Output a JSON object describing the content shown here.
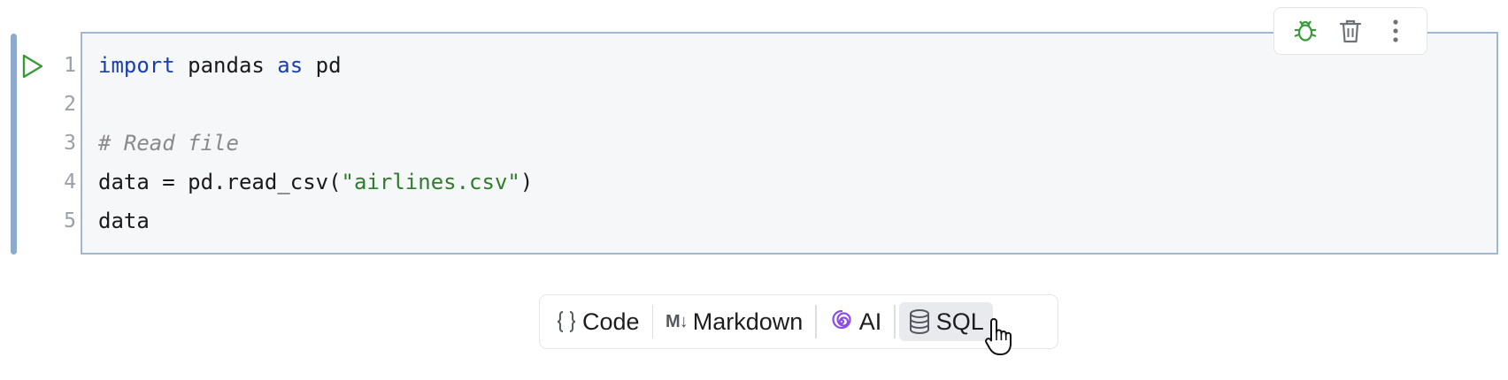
{
  "cell": {
    "line_numbers": [
      "1",
      "2",
      "3",
      "4",
      "5"
    ],
    "code": {
      "line1": {
        "kw_import": "import",
        "mod": " pandas ",
        "kw_as": "as",
        "alias": " pd"
      },
      "line2": "",
      "line3": "# Read file",
      "line4": {
        "pre": "data = pd.read_csv(",
        "str": "\"airlines.csv\"",
        "post": ")"
      },
      "line5": "data"
    }
  },
  "cell_toolbar": {
    "icons": [
      "bug-icon",
      "trash-icon",
      "more-vertical-icon"
    ]
  },
  "add_cell": {
    "code_label": "Code",
    "markdown_label": "Markdown",
    "markdown_badge": "M↓",
    "ai_label": "AI",
    "sql_label": "SQL"
  },
  "colors": {
    "keyword": "#1a3eb0",
    "string": "#2f7d2c",
    "comment": "#8a8a8a",
    "run_icon": "#3a9a3a",
    "bug_icon": "#3a9a3a",
    "ai_icon": "#8a4de8",
    "selection_bar": "#8ea9ce"
  }
}
